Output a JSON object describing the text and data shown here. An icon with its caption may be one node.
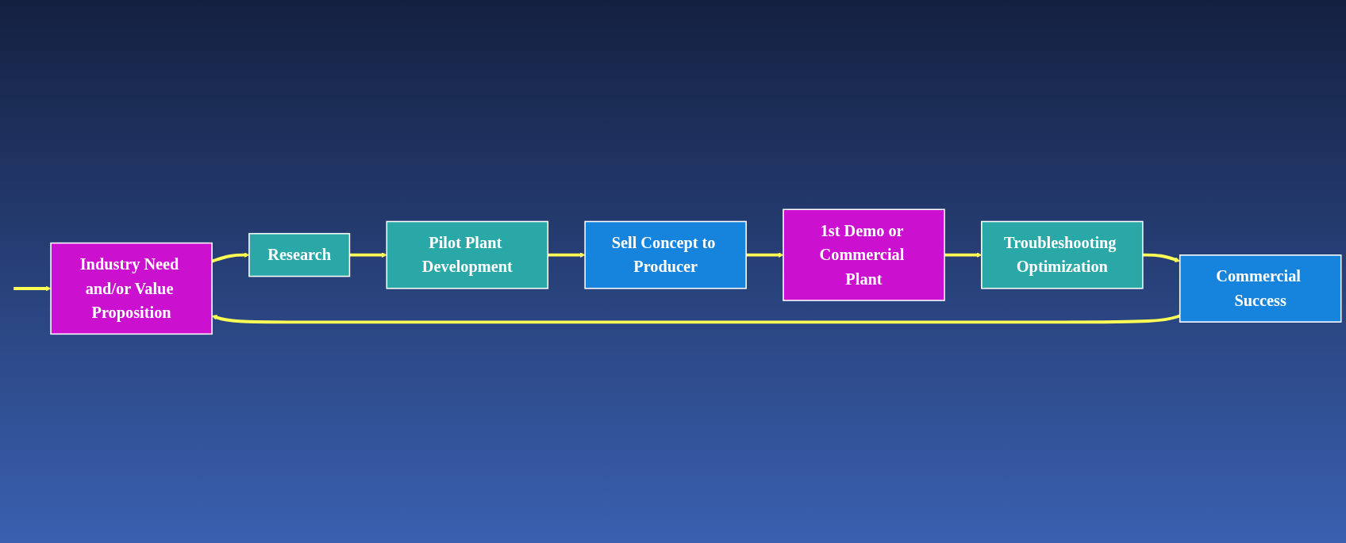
{
  "diagram": {
    "nodes": [
      {
        "text": [
          "Industry Need and/or Value Proposition"
        ]
      },
      {
        "text": [
          "Research"
        ]
      },
      {
        "text": [
          "Pilot Plant Development"
        ]
      },
      {
        "text": [
          "Sell Concept to Producer"
        ]
      },
      {
        "text": [
          "1st Demo or Commercial Plant"
        ]
      },
      {
        "text": [
          "Troubleshooting Optimization"
        ]
      },
      {
        "text": [
          "Commercial Success"
        ]
      }
    ],
    "edges": [
      {
        "from": 0,
        "to": 1,
        "arrow": "to"
      },
      {
        "from": 1,
        "to": 2,
        "arrow": "to"
      },
      {
        "from": 2,
        "to": 3,
        "arrow": "to"
      },
      {
        "from": 3,
        "to": 4,
        "arrow": "to"
      },
      {
        "from": 4,
        "to": 5,
        "arrow": "to"
      },
      {
        "from": 5,
        "to": 6,
        "arrow": "to"
      },
      {
        "from": 6,
        "to": 0,
        "arrow": "to"
      },
      {
        "from": null,
        "to": 0,
        "arrow": "to"
      }
    ]
  }
}
